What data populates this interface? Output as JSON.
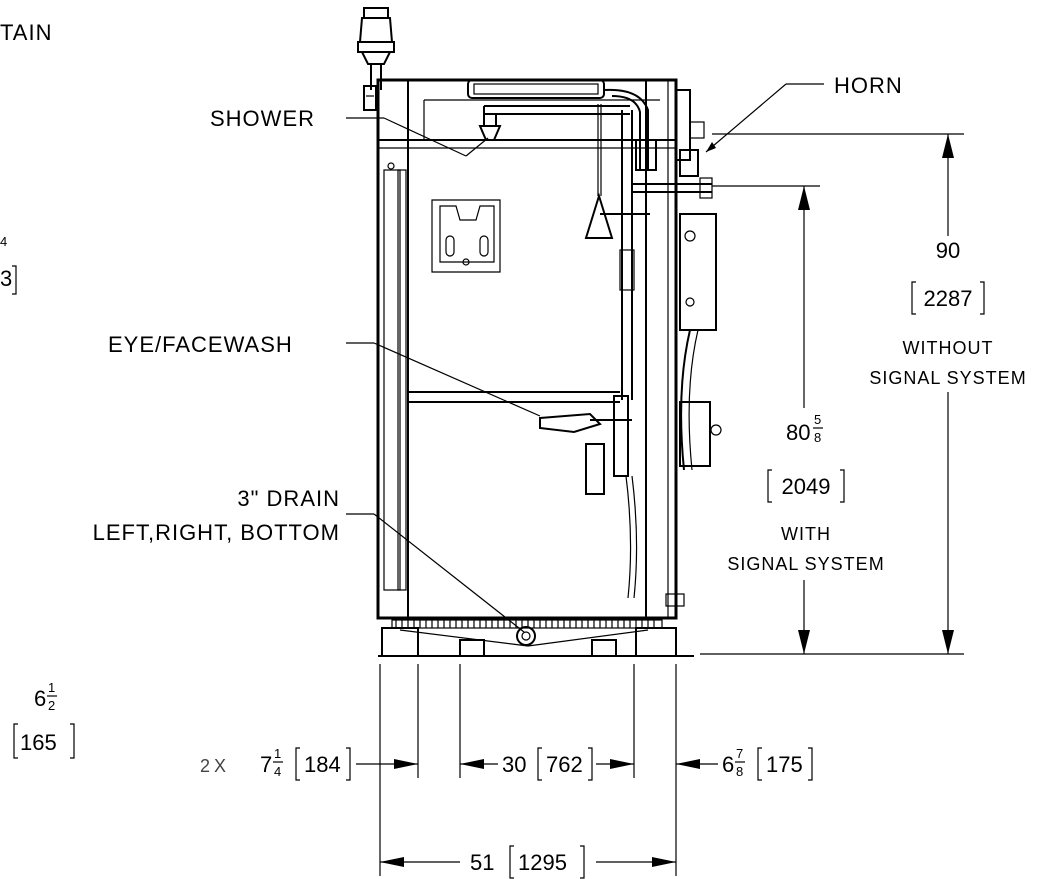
{
  "labels": {
    "top_left_partial": "TAIN",
    "shower": "SHOWER",
    "eye_facewash": "EYE/FACEWASH",
    "drain_line1": "3\" DRAIN",
    "drain_line2": "LEFT,RIGHT, BOTTOM",
    "horn": "HORN"
  },
  "dimensions": {
    "left_edge": {
      "frac_top": "4",
      "bracket_value": "3",
      "value_whole": "6",
      "value_num": "1",
      "value_den": "2",
      "metric": "165"
    },
    "overall_height": {
      "value": "90",
      "metric": "2287",
      "note_line1": "WITHOUT",
      "note_line2": "SIGNAL SYSTEM"
    },
    "signal_height": {
      "value_whole": "80",
      "value_num": "5",
      "value_den": "8",
      "metric": "2049",
      "note_line1": "WITH",
      "note_line2": "SIGNAL SYSTEM"
    },
    "foot_width": {
      "prefix": "2X",
      "value_whole": "7",
      "value_num": "1",
      "value_den": "4",
      "metric": "184"
    },
    "inner_span": {
      "value": "30",
      "metric": "762"
    },
    "right_offset": {
      "value_whole": "6",
      "value_num": "7",
      "value_den": "8",
      "metric": "175"
    },
    "overall_width": {
      "value": "51",
      "metric": "1295"
    }
  }
}
